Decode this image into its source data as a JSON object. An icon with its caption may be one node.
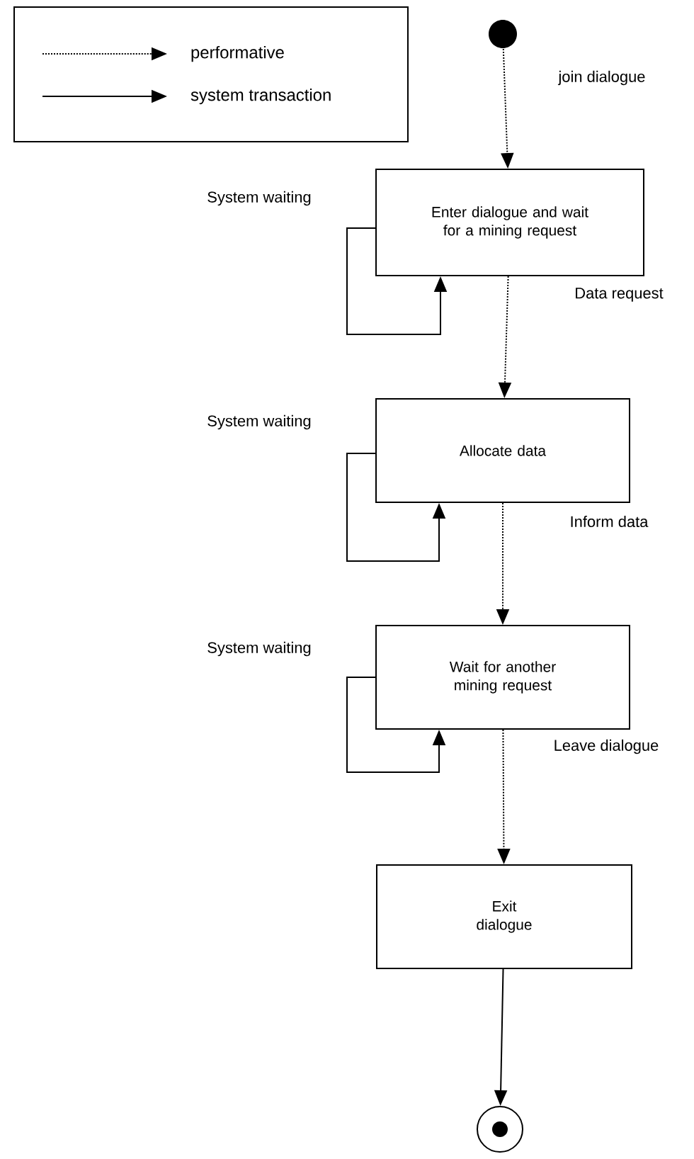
{
  "diagram": {
    "nodes": [
      {
        "text": [],
        "shape": "circle"
      },
      {
        "text": [
          "Enter dialogue and wait for a mining request"
        ]
      },
      {
        "text": [
          "Allocate data"
        ]
      },
      {
        "text": [
          "Wait for another mining request"
        ]
      },
      {
        "text": [
          "Exit dialogue"
        ]
      },
      {
        "text": [],
        "shape": "bullseye"
      }
    ],
    "edges": [
      {
        "from": 0,
        "to": 1,
        "arrow": "to",
        "style": "dashed",
        "label": "join dialogue"
      },
      {
        "from": 1,
        "to": 1,
        "arrow": "to",
        "label": "System waiting"
      },
      {
        "from": 1,
        "to": 2,
        "arrow": "to",
        "style": "dashed",
        "label": "Data request"
      },
      {
        "from": 2,
        "to": 2,
        "arrow": "to",
        "label": "System waiting"
      },
      {
        "from": 2,
        "to": 3,
        "arrow": "to",
        "style": "dashed",
        "label": "Inform data"
      },
      {
        "from": 3,
        "to": 3,
        "arrow": "to",
        "label": "System waiting"
      },
      {
        "from": 3,
        "to": 4,
        "arrow": "to",
        "style": "dashed",
        "label": "Leave dialogue"
      },
      {
        "from": 4,
        "to": 5,
        "arrow": "to"
      }
    ],
    "legend": [
      {
        "text": "performative"
      },
      {
        "text": "system transaction"
      }
    ]
  }
}
